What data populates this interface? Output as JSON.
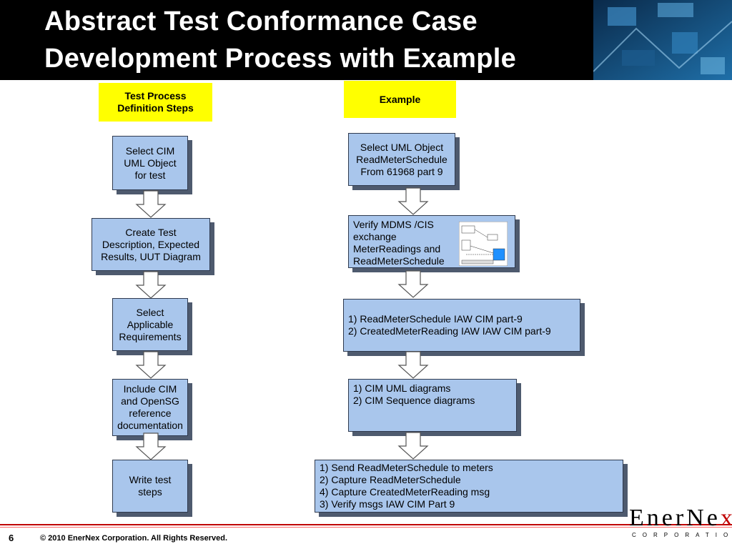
{
  "slide": {
    "title_lines": [
      "Abstract Test Conformance Case",
      "Development Process with Example"
    ],
    "page_number": "6",
    "copyright": "© 2010 EnerNex Corporation. All Rights Reserved."
  },
  "logo": {
    "word_main": "EnerNe",
    "word_x": "x",
    "sub": "CORPORATION"
  },
  "labels": {
    "process": [
      "Test Process",
      "Definition Steps"
    ],
    "example": "Example"
  },
  "process_steps": [
    [
      "Select CIM",
      "UML Object",
      "for test"
    ],
    [
      "Create Test",
      "Description, Expected",
      "Results, UUT Diagram"
    ],
    [
      "Select",
      "Applicable",
      "Requirements"
    ],
    [
      "Include CIM",
      "and OpenSG",
      "reference",
      "documentation"
    ],
    [
      "Write test",
      "steps"
    ]
  ],
  "example_steps": [
    [
      "Select UML Object",
      "ReadMeterSchedule",
      "From 61968 part 9"
    ],
    [
      "Verify MDMS /CIS",
      "exchange",
      "MeterReadings and",
      "ReadMeterSchedule"
    ],
    [
      "1) ReadMeterSchedule IAW CIM part-9",
      "2) CreatedMeterReading IAW IAW CIM part-9"
    ],
    [
      "1) CIM UML diagrams",
      "2) CIM Sequence diagrams"
    ],
    [
      "1) Send ReadMeterSchedule to meters",
      "2) Capture ReadMeterSchedule",
      "4) Capture CreatedMeterReading msg",
      "3) Verify msgs IAW CIM Part 9"
    ]
  ]
}
